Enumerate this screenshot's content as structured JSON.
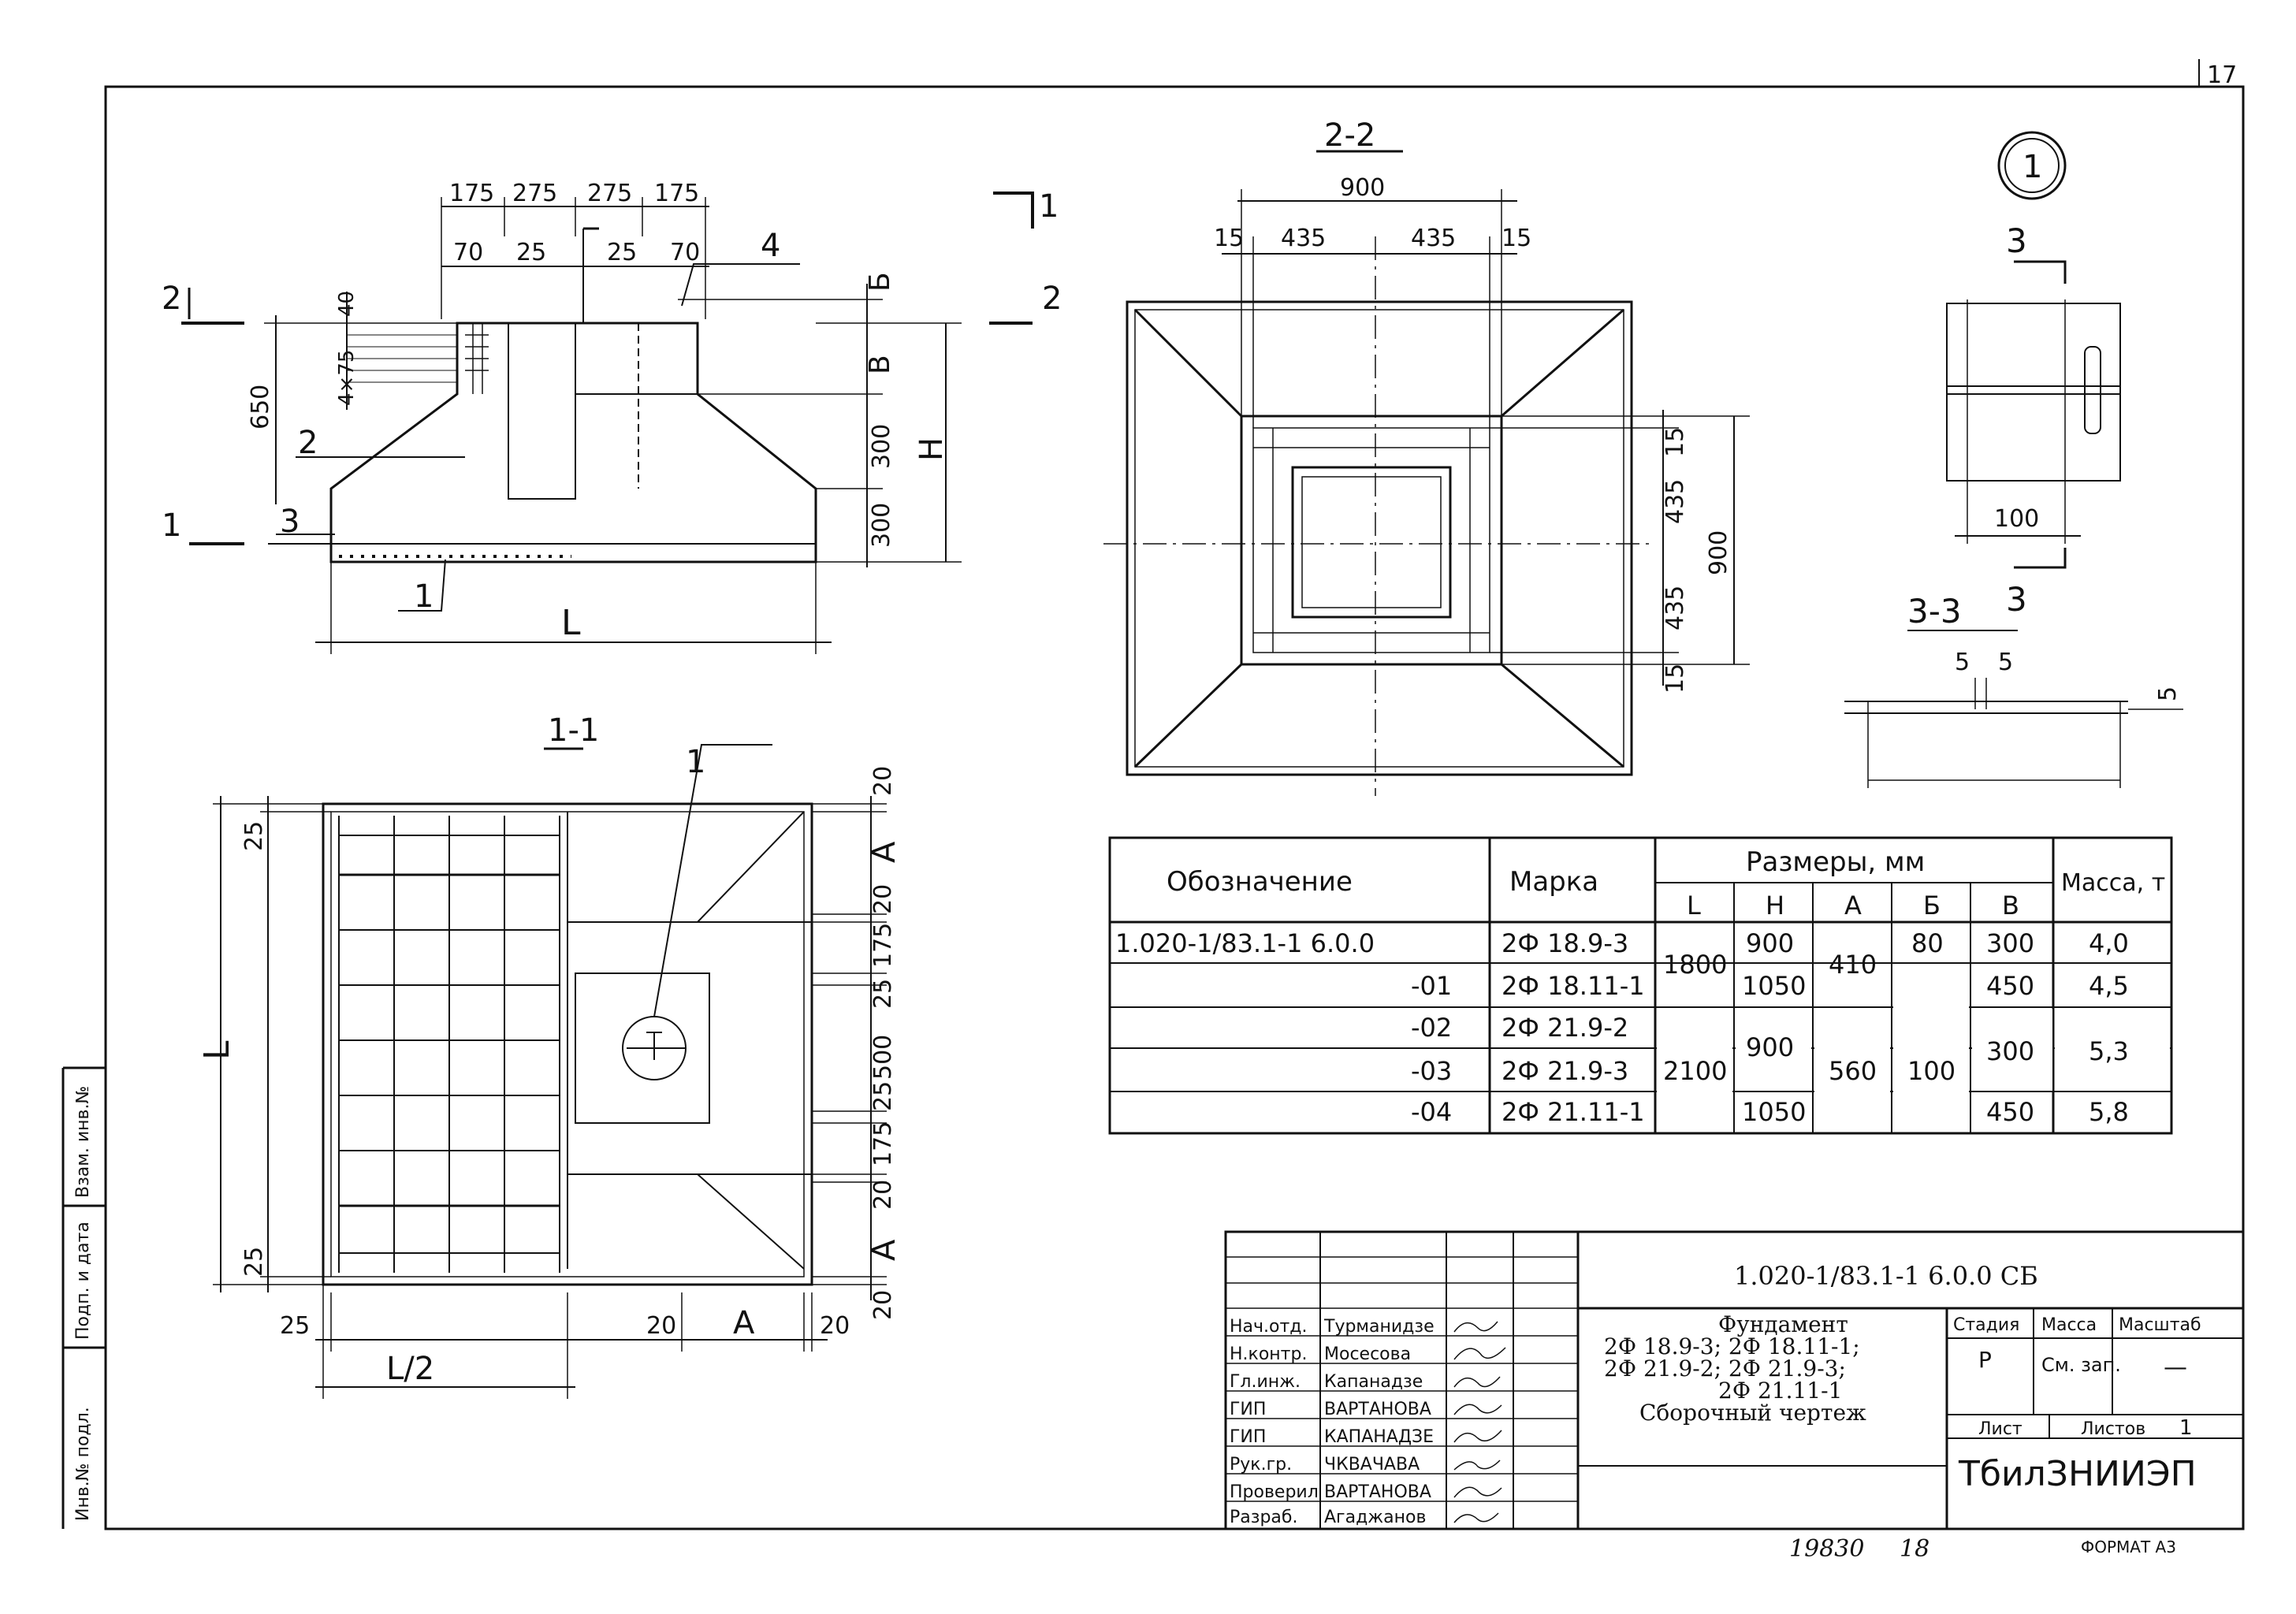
{
  "page": {
    "sheet_no": "17",
    "circle_label": "1"
  },
  "bottom": {
    "doc_no": "19830",
    "page_no": "18",
    "format": "ФОРМАТ А3"
  },
  "left_strip": {
    "lines": [
      "Инв.№ подл.",
      "Подп. и дата",
      "Взам. инв.№"
    ]
  },
  "section_elevation": {
    "cut_top": "1",
    "cut_bottom": "1",
    "cut2_left": "2",
    "cut2_right": "2",
    "dims_top": [
      "175",
      "275",
      "275",
      "175"
    ],
    "dims_second": [
      "70",
      "25",
      "25",
      "70"
    ],
    "dim_40": "40",
    "dim_4x75": "4×75",
    "dim_650": "650",
    "dim_B_letter": "Б",
    "dim_V_letter": "В",
    "dim_H": "H",
    "dim_300a": "300",
    "dim_300b": "300",
    "pos1": "1",
    "pos2": "2",
    "pos3": "3",
    "pos4": "4",
    "dim_L": "L"
  },
  "section_2_2": {
    "title": "2-2",
    "dim_900": "900",
    "dims": [
      "15",
      "435",
      "435",
      "15"
    ],
    "right_dims": [
      "15",
      "435",
      "900",
      "435",
      "15"
    ]
  },
  "detail_3": {
    "label_top": "3",
    "label_bottom": "3",
    "dim_100": "100",
    "section_title": "3-3",
    "dim_5a": "5",
    "dim_5b": "5",
    "dim_5c": "5"
  },
  "plan_1_1": {
    "title": "1-1",
    "pos1": "1",
    "dim_L": "L",
    "dim_L2": "L/2",
    "left_dims": [
      "25",
      "25"
    ],
    "right_dims": [
      "20",
      "A",
      "20",
      "175",
      "25",
      "500",
      "25",
      "175",
      "20",
      "A",
      "20"
    ],
    "bottom_dims": [
      "25",
      "20",
      "A",
      "20"
    ]
  },
  "table": {
    "headers": {
      "designation": "Обозначение",
      "mark": "Марка",
      "sizes": "Размеры, мм",
      "mass": "Масса, т",
      "cols": [
        "L",
        "H",
        "A",
        "Б",
        "В"
      ]
    },
    "rows": [
      {
        "designation": "1.020-1/83.1-1 6.0.0",
        "mark": "2Ф 18.9-3",
        "H": "900",
        "B": "300",
        "mass": "4,0"
      },
      {
        "designation": "-01",
        "mark": "2Ф 18.11-1",
        "H": "1050",
        "B": "450",
        "mass": "4,5"
      },
      {
        "designation": "-02",
        "mark": "2Ф 21.9-2",
        "H": "",
        "B": "",
        "mass": ""
      },
      {
        "designation": "-03",
        "mark": "2Ф 21.9-3",
        "H": "900",
        "B": "300",
        "mass": "5,3"
      },
      {
        "designation": "-04",
        "mark": "2Ф 21.11-1",
        "H": "1050",
        "B": "450",
        "mass": "5,8"
      }
    ],
    "merged": {
      "L1": "1800",
      "A1": "410",
      "Bb1": "80",
      "L2": "2100",
      "A2": "560",
      "Bb2": "100"
    }
  },
  "title_block": {
    "code": "1.020-1/83.1-1 6.0.0 СБ",
    "name_lines": [
      "Фундамент",
      "2Ф 18.9-3; 2Ф 18.11-1;",
      "2Ф 21.9-2; 2Ф 21.9-3;",
      "2Ф 21.11-1",
      "Сборочный чертеж"
    ],
    "roles": [
      {
        "role": "Нач.отд.",
        "name": "Турманидзе"
      },
      {
        "role": "Н.контр.",
        "name": "Мосесова"
      },
      {
        "role": "Гл.инж.",
        "name": "Капанадзе"
      },
      {
        "role": "ГИП",
        "name": "ВАРТАНОВА"
      },
      {
        "role": "ГИП",
        "name": "КАПАНАДЗЕ"
      },
      {
        "role": "Рук.гр.",
        "name": "ЧКВАЧАВА"
      },
      {
        "role": "Проверил",
        "name": "ВАРТАНОВА"
      },
      {
        "role": "Разраб.",
        "name": "Агаджанов"
      }
    ],
    "stage_label": "Стадия",
    "mass_label": "Масса",
    "scale_label": "Масштаб",
    "stage": "Р",
    "mass": "См. зап.",
    "scale": "—",
    "sheet_label": "Лист",
    "sheets_label": "Листов",
    "sheets": "1",
    "org": "ТбилЗНИИЭП"
  }
}
